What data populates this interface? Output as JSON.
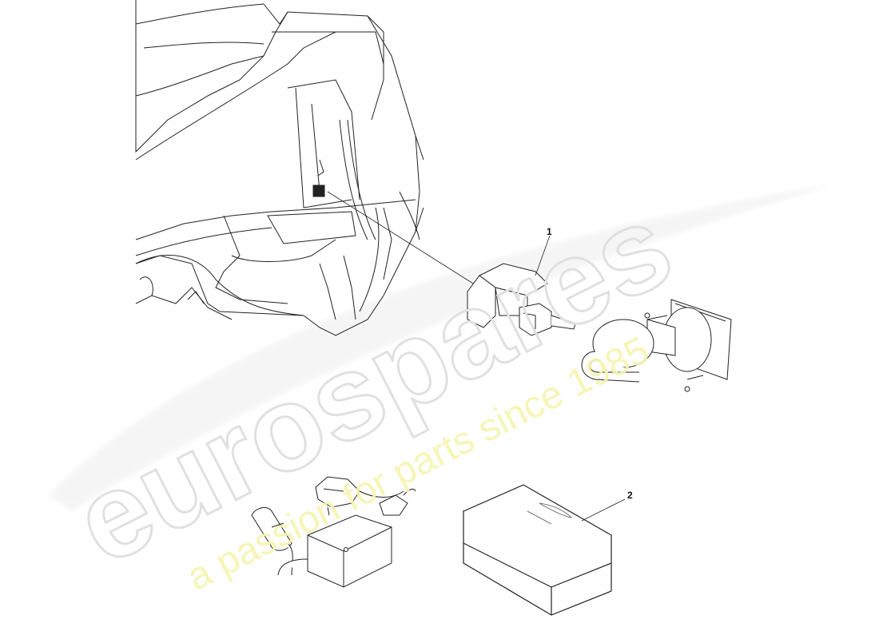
{
  "diagram": {
    "type": "exploded-parts-diagram",
    "subject": "Battery trickle charger / conditioner kit installation (boot/trunk area)",
    "callouts": [
      {
        "number": "1",
        "part": "battery charging connector with socket"
      },
      {
        "number": "2",
        "part": "boxed charger kit"
      }
    ],
    "components": [
      {
        "id": "boot-structure",
        "label": "vehicle rear body / boot structure with battery location"
      },
      {
        "id": "connector-housing",
        "label": "connector housing"
      },
      {
        "id": "charging-socket",
        "label": "charging socket with cap and mounting flange"
      },
      {
        "id": "charger-unit",
        "label": "charger power unit with cable"
      },
      {
        "id": "mains-plug",
        "label": "mains plug"
      },
      {
        "id": "inline-connector",
        "label": "inline connector"
      },
      {
        "id": "output-plug",
        "label": "output plug"
      },
      {
        "id": "kit-box",
        "label": "kit presentation box with winged logo"
      }
    ],
    "colors": {
      "line": "#222222",
      "background": "#ffffff",
      "watermark_grey": "#e6e6e6",
      "watermark_yellow": "#f5f3a6"
    }
  },
  "watermark": {
    "brand": "eurospares",
    "tagline": "a passion for parts since 1985"
  }
}
